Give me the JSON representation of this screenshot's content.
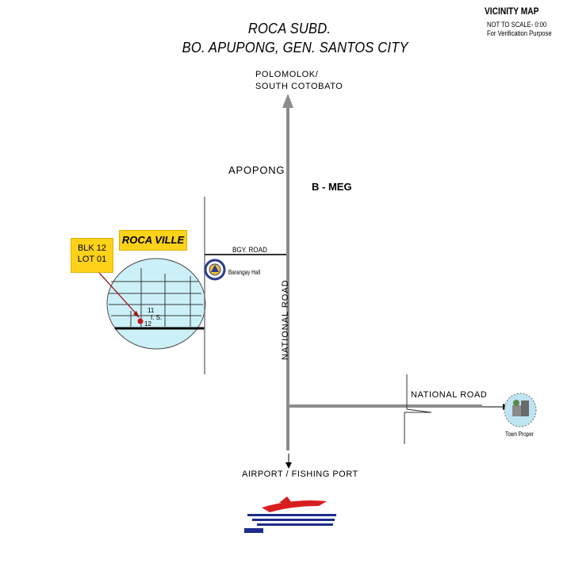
{
  "title": {
    "line1": "ROCA SUBD.",
    "line2": "BO. APUPONG, GEN. SANTOS CITY"
  },
  "vicinity": {
    "heading": "VICINITY MAP",
    "scale": "NOT TO SCALE- 0:00",
    "purpose": "For Verification Purpose"
  },
  "labels": {
    "north_line1": "POLOMOLOK/",
    "north_line2": "SOUTH COTOBATO",
    "apopong": "APOPONG",
    "bmeg": "B - MEG",
    "roca_ville": "ROCA VILLE",
    "blk": "BLK 12",
    "lot": "LOT 01",
    "block_11": "11",
    "block_12": "12",
    "block_is": "I. S.",
    "bgy_road": "BGY. ROAD",
    "barangay_hall": "Barangay Hall",
    "national_road_vertical": "NATIONAL ROAD",
    "national_road_horizontal": "NATIONAL ROAD",
    "town_proper": "Town Proper",
    "south": "AIRPORT / FISHING PORT"
  },
  "colors": {
    "road": "#8c8c8c",
    "circle_fill": "#ccf0f8",
    "circle_stroke": "#4a4a4a",
    "callout_fill": "#ffd21a",
    "pointer": "#a01818",
    "seal": "#2c3c8c",
    "logo_red": "#d81e1e",
    "logo_blue": "#1e2c8c"
  },
  "icons": [
    "north-arrow-icon",
    "south-arrow-icon",
    "barangay-seal-icon",
    "town-proper-icon",
    "airline-logo-icon"
  ]
}
